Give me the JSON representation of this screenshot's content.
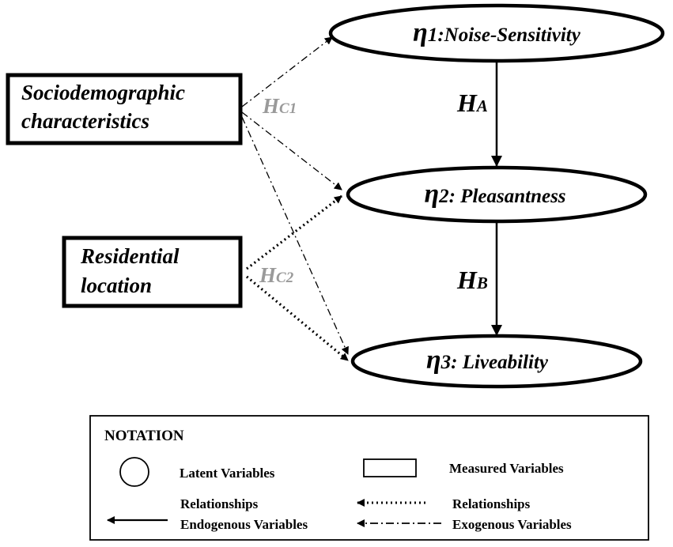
{
  "latent": {
    "eta1": {
      "symbol": "η",
      "rest": "1:Noise-Sensitivity"
    },
    "eta2": {
      "symbol": "η",
      "rest": "2: Pleasantness"
    },
    "eta3": {
      "symbol": "η",
      "rest": "3: Liveability"
    }
  },
  "measured": {
    "socio": {
      "line1": "Sociodemographic",
      "line2": "characteristics"
    },
    "residential": {
      "line1": "Residential",
      "line2": "location"
    }
  },
  "hypotheses": {
    "ha": {
      "main": "H",
      "sub": "A"
    },
    "hb": {
      "main": "H",
      "sub": "B"
    },
    "hc1": {
      "main": "H",
      "sub": "C1"
    },
    "hc2": {
      "main": "H",
      "sub": "C2"
    }
  },
  "notation": {
    "title": "NOTATION",
    "latent_label": "Latent Variables",
    "measured_label": "Measured Variables",
    "endo_line1": "Relationships",
    "endo_line2": "Endogenous Variables",
    "exo_line1": "Relationships",
    "exo_line2": "Exogenous Variables"
  }
}
